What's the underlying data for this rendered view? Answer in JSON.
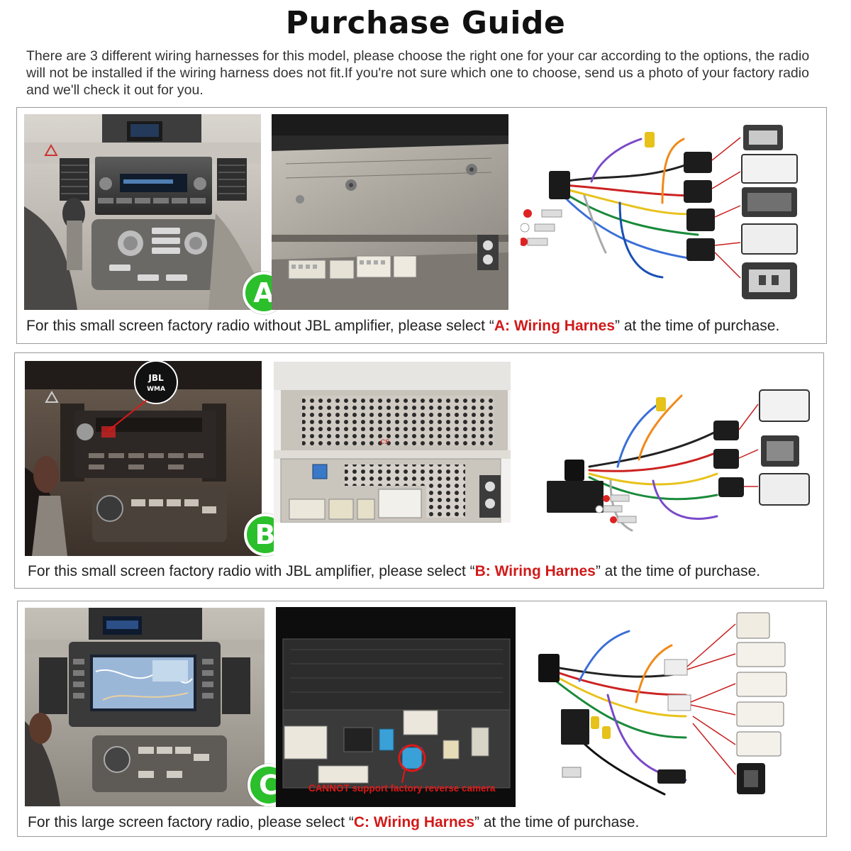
{
  "header": {
    "title": "Purchase Guide",
    "intro": "There are 3 different wiring harnesses for this model, please choose the right one for your car according to the options, the radio will not be installed if the wiring harness does not fit.If you're not sure which one to choose, send us a photo of your factory radio and we'll check it out for you."
  },
  "options": [
    {
      "badge": "A",
      "caption_before": "For this small screen factory radio without JBL amplifier, please select “",
      "selection": "A: Wiring Harnes",
      "caption_after": "” at the time of purchase."
    },
    {
      "badge": "B",
      "caption_before": "For this small screen factory radio with JBL amplifier, please select “",
      "selection": "B: Wiring Harnes",
      "caption_after": "” at the time of purchase."
    },
    {
      "badge": "C",
      "caption_before": "For this large screen factory radio, please select “",
      "selection": "C: Wiring Harnes",
      "caption_after": "” at the time of purchase.",
      "warning": "CANNOT support factory reverse camera"
    }
  ],
  "colors": {
    "badge_green": "#2bbf2b",
    "selection_red": "#d11a1a",
    "warning_red": "#e01818"
  }
}
